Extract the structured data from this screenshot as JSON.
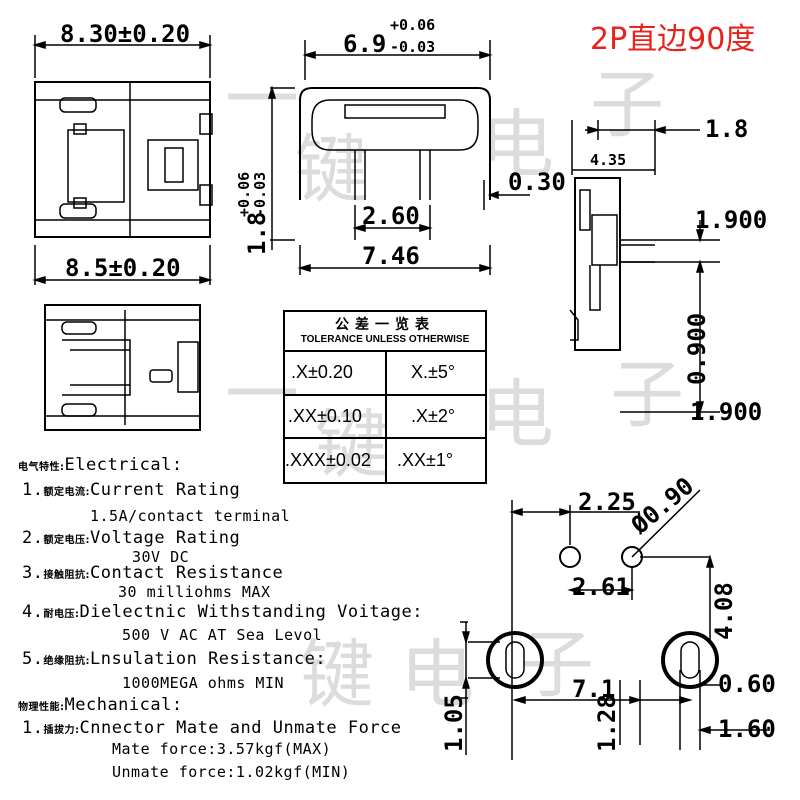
{
  "title": "2P直边90度",
  "watermark": [
    "一",
    "键",
    "电",
    "子"
  ],
  "dimensions": {
    "top_width": "8.30±0.20",
    "bottom_width": "8.5±0.20",
    "front_width_base": "6.9",
    "front_width_plus": "+0.06",
    "front_width_minus": "-0.03",
    "front_height_base": "1.8",
    "front_height_plus": "+0.06",
    "front_height_minus": "-0.03",
    "pin_thickness": "0.30",
    "pin_spacing": "2.60",
    "body_width": "7.46",
    "side_top": "1.8",
    "side_depth": "4.35",
    "side_upper": "1.900",
    "side_mid": "0.900",
    "side_lower": "1.900",
    "pcb_pitch": "2.25",
    "pcb_hole_dia": "Ø0.90",
    "pcb_inner": "2.61",
    "pcb_vertical": "4.08",
    "pcb_slot_h": "1.05",
    "pcb_span": "7.1",
    "pcb_slot_w": "1.28",
    "pcb_slot_a": "0.60",
    "pcb_slot_b": "1.60"
  },
  "tolerance_table": {
    "header_cn": "公差一览表",
    "header_en": "TOLERANCE UNLESS OTHERWISE",
    "rows": [
      [
        ".X±0.20",
        "X.±5°"
      ],
      [
        ".XX±0.10",
        ".X±2°"
      ],
      [
        ".XXX±0.02",
        ".XX±1°"
      ]
    ]
  },
  "specs": {
    "electrical_cn": "电气特性:",
    "electrical": "Electrical:",
    "item1_cn": "额定电流:",
    "item1_num": "1.",
    "item1": "Current Rating",
    "item1_val": "1.5A/contact terminal",
    "item2_num": "2.",
    "item2_cn": "额定电压:",
    "item2": "Voltage Rating",
    "item2_val": "30V DC",
    "item3_num": "3.",
    "item3_cn": "接触阻抗:",
    "item3": "Contact Resistance",
    "item3_val": "30 milliohms MAX",
    "item4_num": "4.",
    "item4_cn": "耐电压:",
    "item4": "Dielectnic Withstanding Voitage:",
    "item4_val": "500 V AC AT Sea Levol",
    "item5_num": "5.",
    "item5_cn": "绝缘阻抗:",
    "item5": "Lnsulation Resistance:",
    "item5_val": "1000MEGA ohms MIN",
    "mech_cn": "物理性能:",
    "mech": "Mechanical:",
    "m1_num": "1.",
    "m1_cn": "插拔力:",
    "m1": "Cnnector Mate and Unmate Force",
    "m1_val1": "Mate force:3.57kgf(MAX)",
    "m1_val2": "Unmate force:1.02kgf(MIN)"
  }
}
